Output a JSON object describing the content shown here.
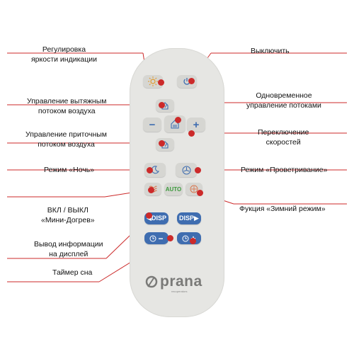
{
  "labels": {
    "brightness": [
      "Регулировка",
      "яркости индикации"
    ],
    "off": "Выключить",
    "exhaust": [
      "Управление вытяжным",
      "потоком воздуха"
    ],
    "simultaneous": [
      "Одновременное",
      "управление потоками"
    ],
    "speed": [
      "Переключение",
      "скоростей"
    ],
    "supply": [
      "Управление приточным",
      "потоком воздуха"
    ],
    "night": "Режим «Ночь»",
    "ventilation": "Режим «Проветривание»",
    "mini_preheat": [
      "ВКЛ / ВЫКЛ",
      "«Мини-Догрев»"
    ],
    "winter": "Фукция «Зимний режим»",
    "display_info": [
      "Вывод информации",
      "на дисплей"
    ],
    "sleep_timer": "Таймер сна"
  },
  "remote": {
    "auto_label": "AUTO",
    "disp_left": "◀DISP",
    "disp_right": "DISP▶",
    "minus": "−",
    "plus": "+",
    "timer_minus": "−",
    "timer_plus": "+",
    "brand": "prana",
    "brand_sub": "recuperators"
  },
  "colors": {
    "accent_red": "#cc2a2a",
    "button_blue": "#3f6db0",
    "remote_body": "#e6e6e3"
  }
}
